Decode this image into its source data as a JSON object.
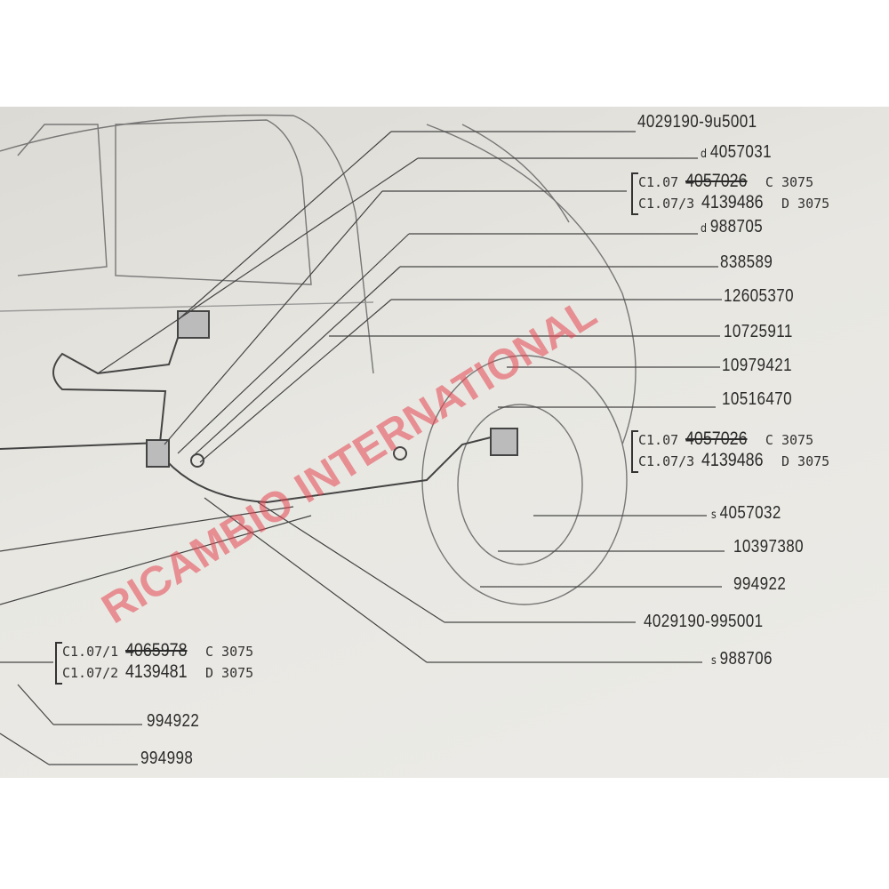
{
  "labels": {
    "l1": "4029190-9u5001",
    "l2_prefix": "d",
    "l2": "4057031",
    "g1": {
      "r1_code": "C1.07",
      "r1_part": "4057026",
      "r1_var": "C 3075",
      "r2_code": "C1.07/3",
      "r2_part": "4139486",
      "r2_var": "D 3075"
    },
    "l3_prefix": "d",
    "l3": "988705",
    "l4": "838589",
    "l5": "12605370",
    "l6": "10725911",
    "l7": "10979421",
    "l8": "10516470",
    "g2": {
      "r1_code": "C1.07",
      "r1_part": "4057026",
      "r1_var": "C 3075",
      "r2_code": "C1.07/3",
      "r2_part": "4139486",
      "r2_var": "D 3075"
    },
    "l9_prefix": "s",
    "l9": "4057032",
    "l10": "10397380",
    "l11": "994922",
    "l12": "4029190-995001",
    "l13_prefix": "s",
    "l13": "988706",
    "g3": {
      "r1_code": "C1.07/1",
      "r1_part": "4065978",
      "r1_var": "C 3075",
      "r2_code": "C1.07/2",
      "r2_part": "4139481",
      "r2_var": "D 3075"
    },
    "l14": "994922",
    "l15": "994998"
  },
  "watermark": "RICAMBIO INTERNATIONAL",
  "colors": {
    "paper": "#e6e5e0",
    "ink": "#2a2a2a",
    "watermark": "#e64650"
  }
}
